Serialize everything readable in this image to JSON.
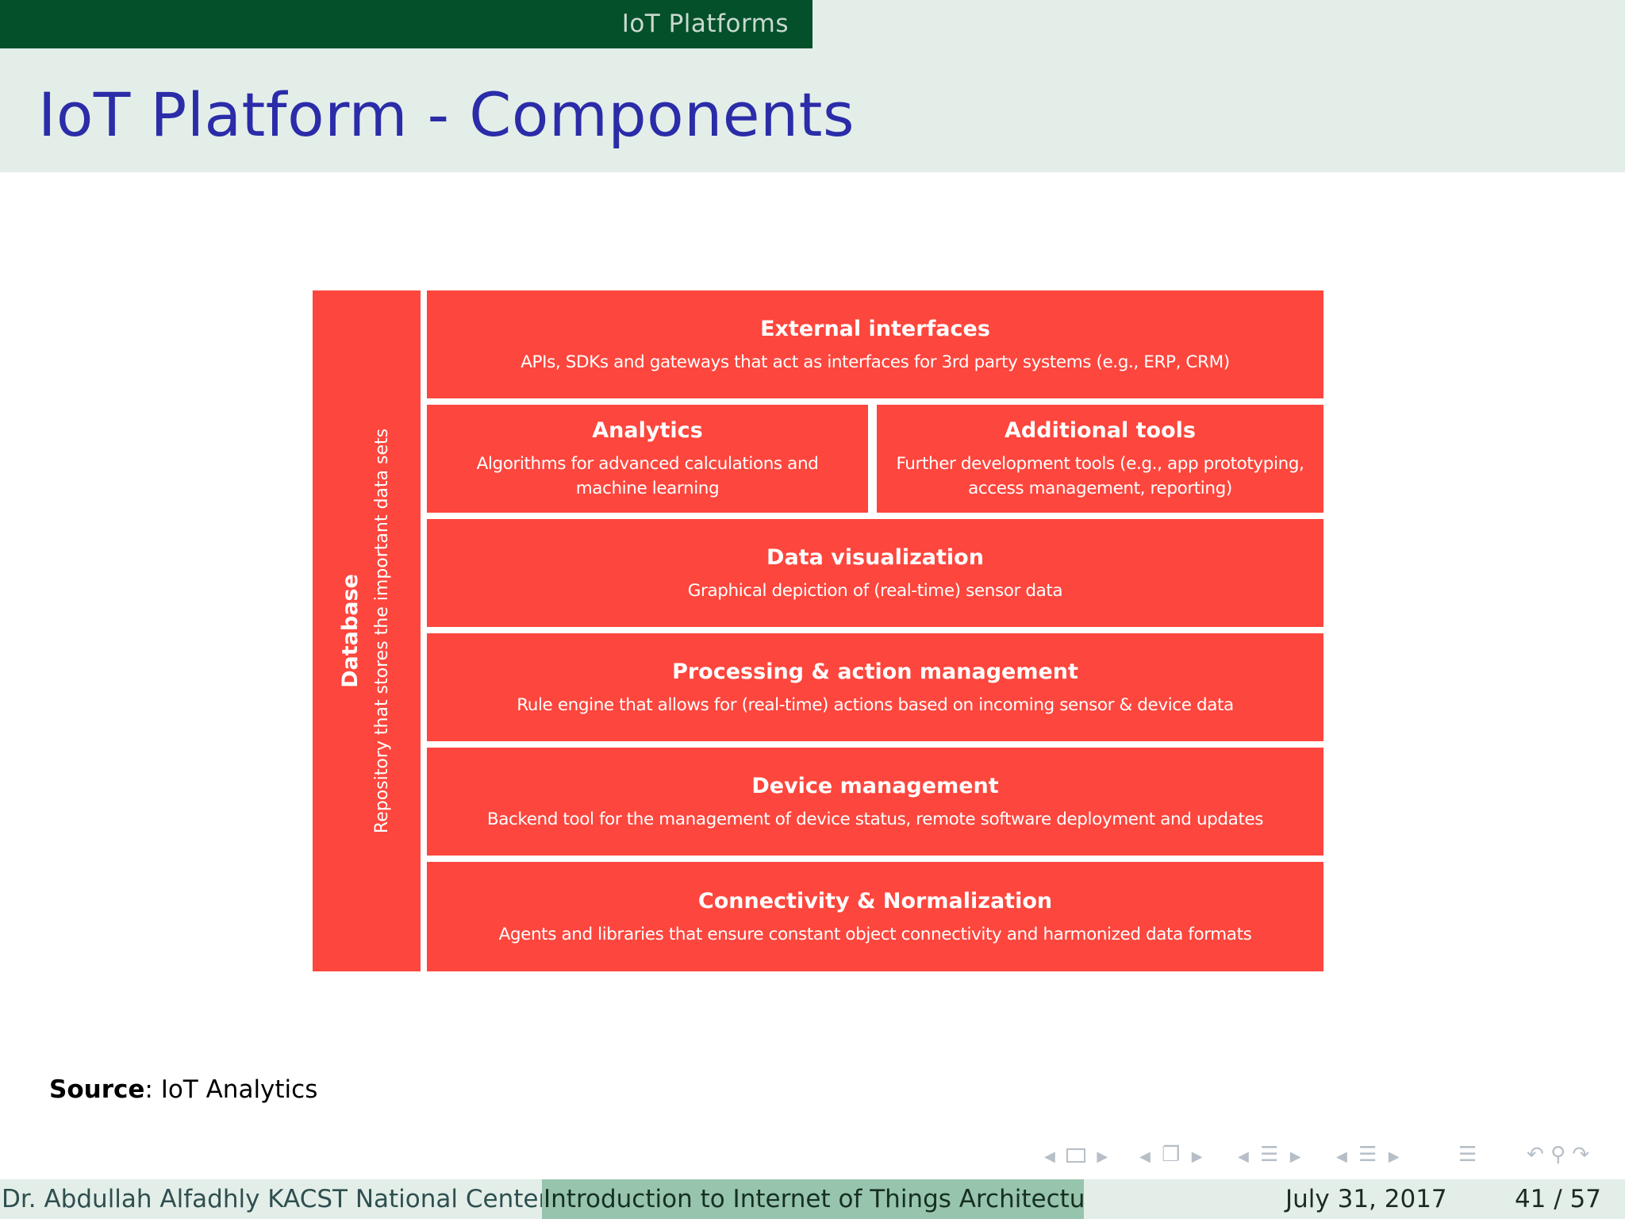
{
  "header": {
    "section": "IoT Platforms",
    "title": "IoT Platform - Components"
  },
  "diagram": {
    "database": {
      "title": "Database",
      "description": "Repository that stores the important data sets"
    },
    "external_interfaces": {
      "title": "External interfaces",
      "description": "APIs, SDKs and gateways that act as interfaces for 3rd party systems (e.g., ERP, CRM)"
    },
    "analytics": {
      "title": "Analytics",
      "description_line1": "Algorithms for advanced calculations and",
      "description_line2": "machine learning"
    },
    "additional_tools": {
      "title": "Additional tools",
      "description_line1": "Further development tools (e.g., app prototyping,",
      "description_line2": "access management, reporting)"
    },
    "data_visualization": {
      "title": "Data visualization",
      "description": "Graphical depiction of (real-time) sensor data"
    },
    "processing": {
      "title": "Processing & action management",
      "description": "Rule engine that allows for (real-time) actions based on incoming sensor & device data"
    },
    "device_management": {
      "title": "Device management",
      "description": "Backend tool for the management of device status, remote software deployment and updates"
    },
    "connectivity": {
      "title": "Connectivity & Normalization",
      "description": "Agents and libraries that ensure constant object connectivity and harmonized data formats"
    }
  },
  "source": {
    "label": "Source",
    "text": ": IoT Analytics"
  },
  "footer": {
    "author": "Dr. Abdullah Alfadhly  KACST  National Center for Cybersecurity Technology",
    "course": "Introduction to Internet of Things Architecture",
    "date": "July 31, 2017",
    "page": "41 / 57"
  },
  "colors": {
    "accent_dark_green": "#03502a",
    "header_bg": "#e3eee9",
    "title_blue": "#2b2ca8",
    "diagram_red": "#fd463d",
    "footer_mid": "#97c4ad"
  }
}
